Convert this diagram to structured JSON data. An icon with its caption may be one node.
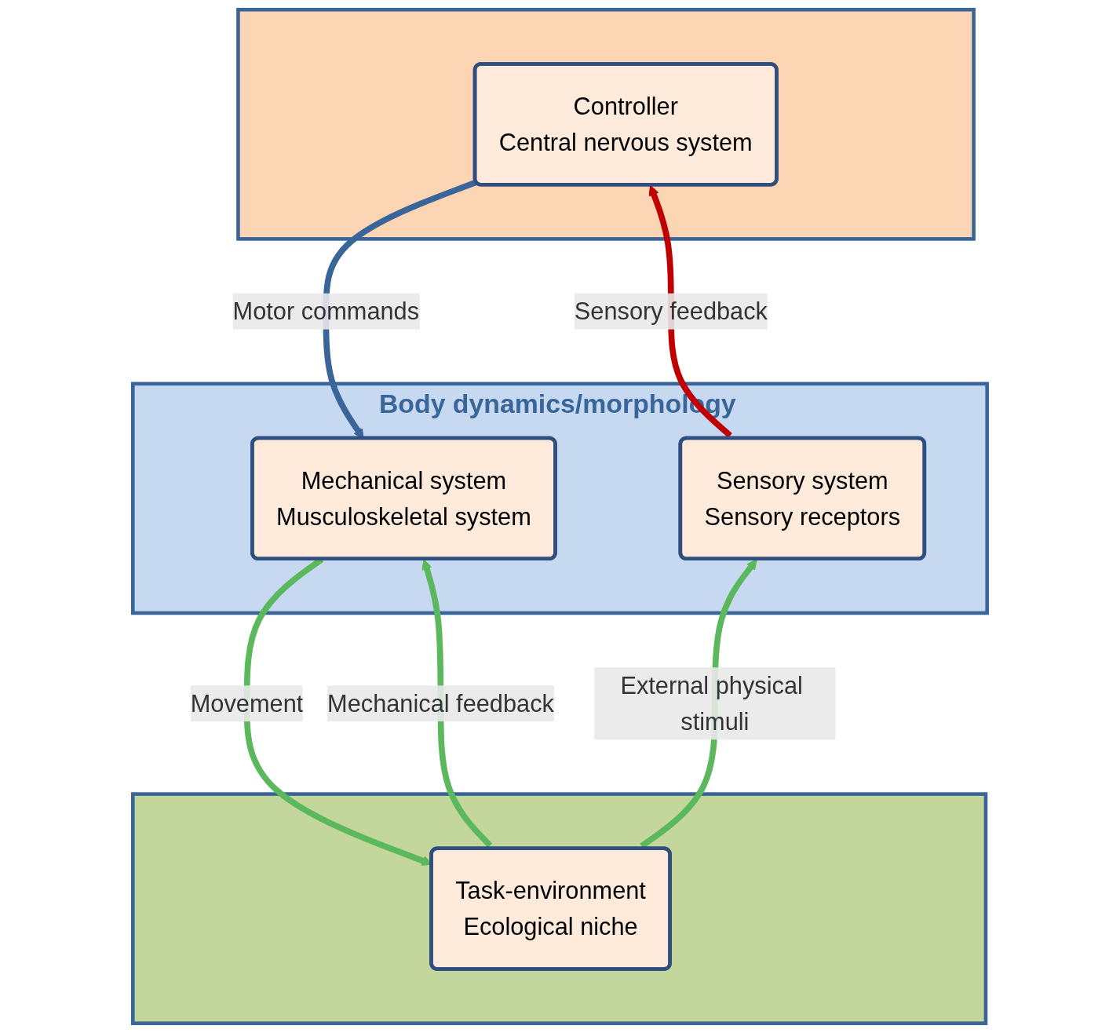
{
  "diagram": {
    "nodes": [
      {
        "text": [],
        "shape": "band"
      },
      {
        "text": [
          "Controller",
          "Central nervous system"
        ],
        "in": 0
      },
      {
        "text": [
          "Body dynamics/morphology"
        ]
      },
      {
        "text": [
          "Mechanical system",
          "Musculoskeletal system"
        ],
        "in": 2
      },
      {
        "text": [
          "Sensory system",
          "Sensory receptors"
        ],
        "in": 2
      },
      {
        "text": [],
        "shape": "band"
      },
      {
        "text": [
          "Task-environment",
          "Ecological niche"
        ],
        "in": 5
      }
    ],
    "edges": [
      {
        "from": 1,
        "to": 3,
        "arrow": "to",
        "label": "Motor commands",
        "color": "#3a6599"
      },
      {
        "from": 4,
        "to": 1,
        "arrow": "to",
        "label": "Sensory feedback",
        "color": "#c00000"
      },
      {
        "from": 3,
        "to": 6,
        "arrow": "to",
        "label": "Movement"
      },
      {
        "from": 6,
        "to": 3,
        "arrow": "to",
        "label": "Mechanical feedback"
      },
      {
        "from": 6,
        "to": 4,
        "arrow": "to",
        "label": "External physical stimuli"
      }
    ]
  }
}
